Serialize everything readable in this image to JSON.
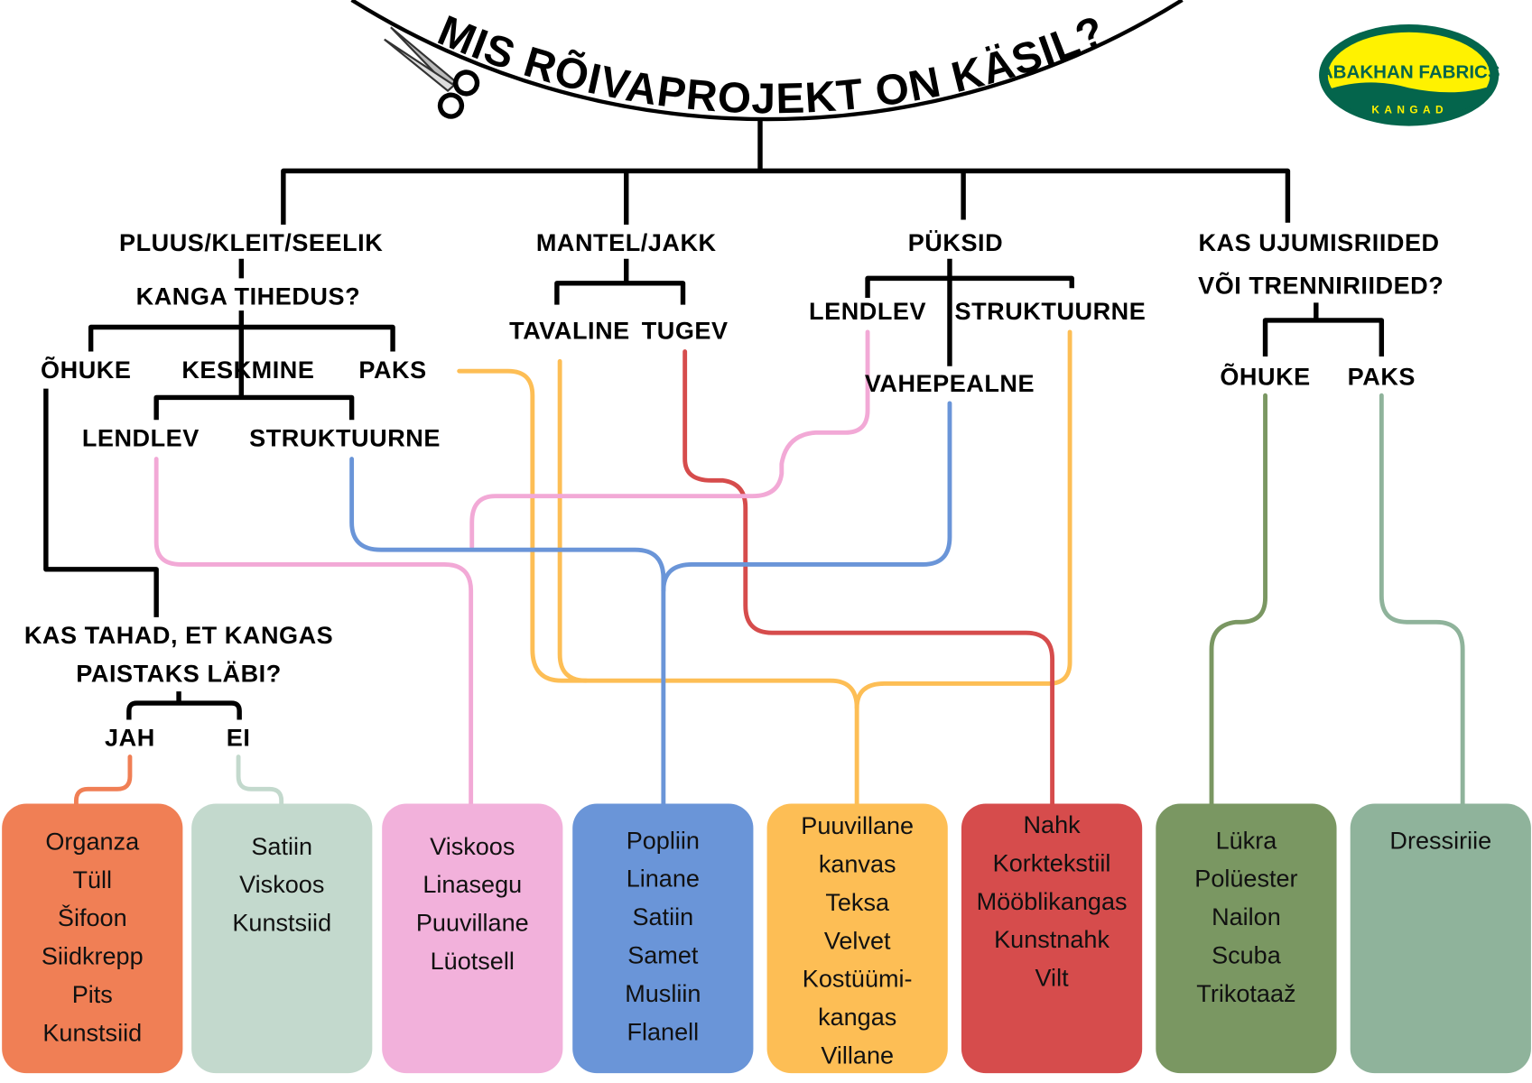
{
  "title": "MIS RÕIVAPROJEKT ON KÄSIL?",
  "logo": {
    "brand": "ABAKHAN FABRICS",
    "sub": "KANGAD"
  },
  "branches": {
    "pluus": "PLUUS/KLEIT/SEELIK",
    "kanga_tihedus": "KANGA TIHEDUS?",
    "ohuke": "ÕHUKE",
    "keskmine": "KESKMINE",
    "paks": "PAKS",
    "lendlev": "LENDLEV",
    "struktuurne": "STRUKTUURNE",
    "question1": "KAS TAHAD, ET KANGAS",
    "question2": "PAISTAKS LÄBI?",
    "jah": "JAH",
    "ei": "EI",
    "mantel": "MANTEL/JAKK",
    "tavaline": "TAVALINE",
    "tugev": "TUGEV",
    "puksid": "PÜKSID",
    "p_lendlev": "LENDLEV",
    "p_struktuurne": "STRUKTUURNE",
    "vahepealne": "VAHEPEALNE",
    "ujumis1": "KAS UJUMISRIIDED",
    "ujumis2": "VÕI TRENNIRIIDED?",
    "u_ohuke": "ÕHUKE",
    "u_paks": "PAKS"
  },
  "colors": {
    "orange": "#F07F55",
    "mint": "#C3D9CD",
    "pink": "#F2B1DB",
    "blue": "#6A95D8",
    "yellow": "#FDBE55",
    "red": "#D64C4C",
    "green": "#7A9762",
    "sage": "#8FB39B"
  },
  "boxes": [
    {
      "id": "orange",
      "items": [
        "Organza",
        "Tüll",
        "Šifoon",
        "Siidkrepp",
        "Pits",
        "Kunstsiid"
      ]
    },
    {
      "id": "mint",
      "items": [
        "Satiin",
        "Viskoos",
        "Kunstsiid"
      ]
    },
    {
      "id": "pink",
      "items": [
        "Viskoos",
        "Linasegu",
        "Puuvillane",
        "Lüotsell"
      ]
    },
    {
      "id": "blue",
      "items": [
        "Popliin",
        "Linane",
        "Satiin",
        "Samet",
        "Musliin",
        "Flanell"
      ]
    },
    {
      "id": "yellow",
      "items": [
        "Puuvillane",
        "kanvas",
        "Teksa",
        "Velvet",
        "Kostüümi-",
        "kangas",
        "Villane"
      ]
    },
    {
      "id": "red",
      "items": [
        "Nahk",
        "Korktekstiil",
        "Mööblikangas",
        "Kunstnahk",
        "Vilt"
      ]
    },
    {
      "id": "green",
      "items": [
        "Lükra",
        "Polüester",
        "Nailon",
        "Scuba",
        "Trikotaaž"
      ]
    },
    {
      "id": "sage",
      "items": [
        "Dressiriie"
      ]
    }
  ]
}
